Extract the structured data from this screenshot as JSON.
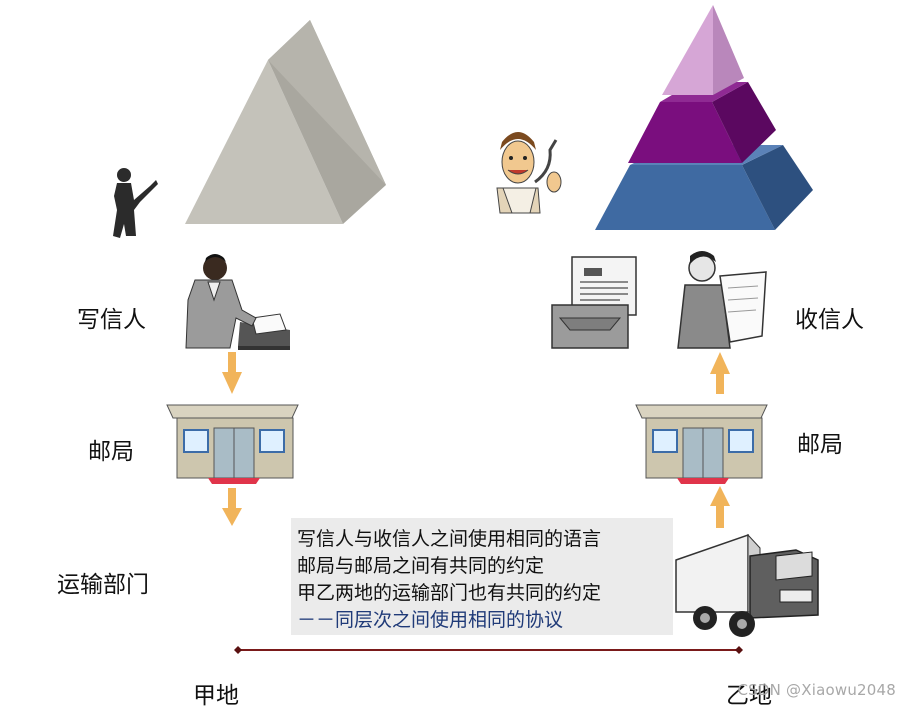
{
  "labels": {
    "writer": "写信人",
    "receiver": "收信人",
    "post_office_left": "邮局",
    "post_office_right": "邮局",
    "transport": "运输部门",
    "place_a": "甲地",
    "place_b": "乙地"
  },
  "callout": {
    "line1": "写信人与收信人之间使用相同的语言",
    "line2": "邮局与邮局之间有共同的约定",
    "line3": "甲乙两地的运输部门也有共同的约定",
    "line4": "－－同层次之间使用相同的协议"
  },
  "watermark": "CSDN @Xiaowu2048",
  "colors": {
    "gray_pyramid": "#c4c2ba",
    "layer_top": "#d6a6d6",
    "layer_mid": "#7a0e7e",
    "layer_bottom": "#3f6aa2",
    "arrow": "#f1b45a",
    "baseline": "#7a1a1a",
    "callout_bg": "#ebebeb",
    "callout_highlight": "#1f3a78"
  },
  "icons": [
    "person-silhouette-icon",
    "cartoon-man-icon",
    "writer-at-desk-icon",
    "letter-tray-icon",
    "reading-man-icon",
    "post-office-icon",
    "truck-icon"
  ]
}
